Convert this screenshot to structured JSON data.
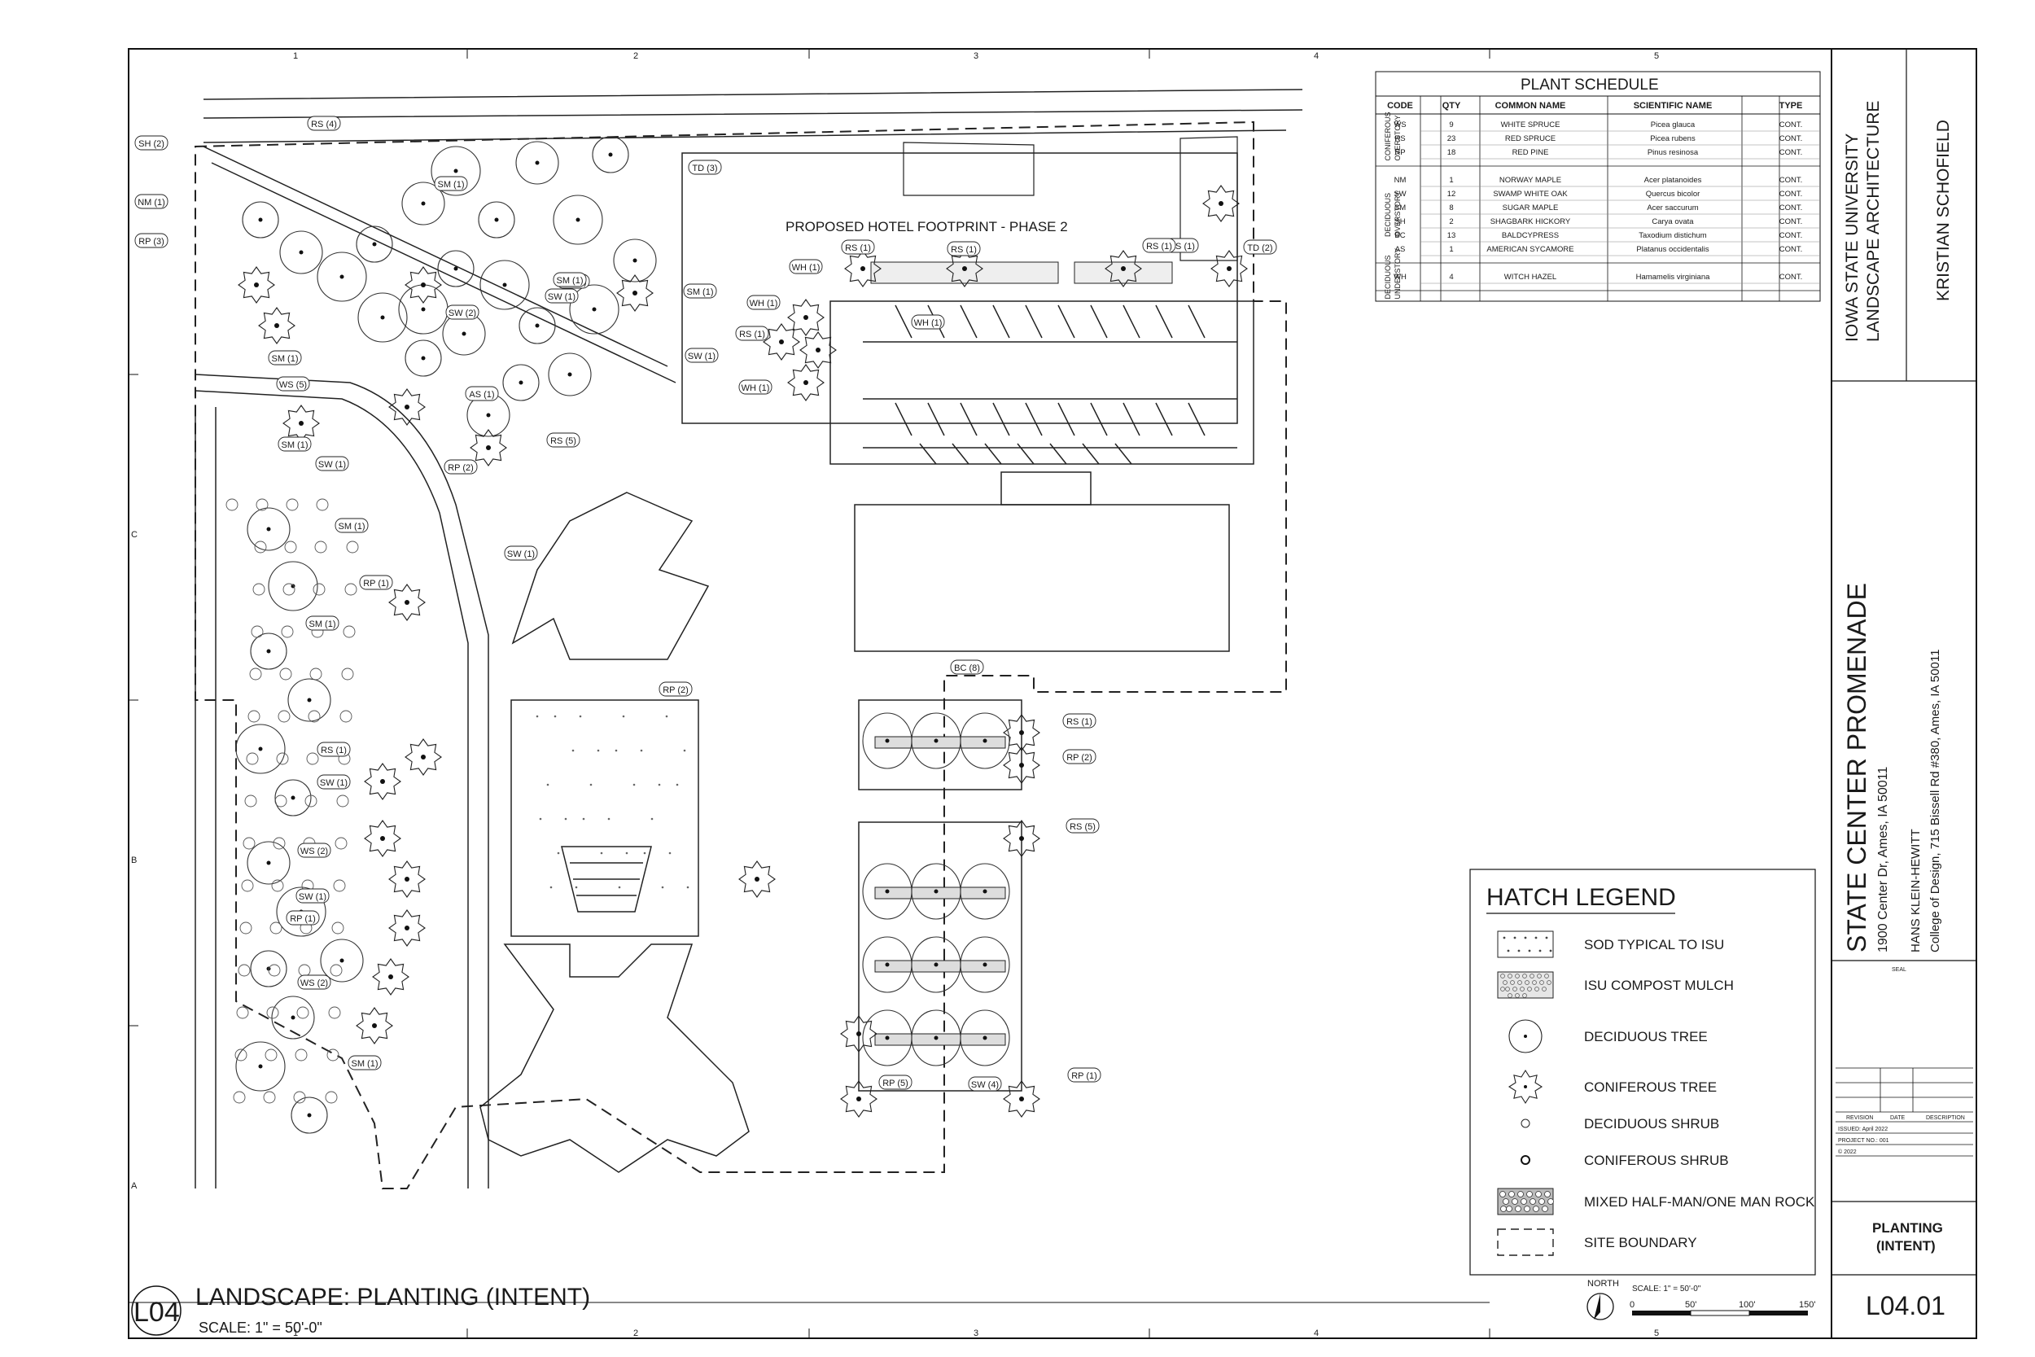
{
  "grid": {
    "cols": [
      "1",
      "2",
      "3",
      "4",
      "5"
    ],
    "rows": [
      "C",
      "B",
      "A"
    ]
  },
  "plan": {
    "hotel_label": "PROPOSED HOTEL FOOTPRINT - PHASE 2",
    "tags": [
      "RS (4)",
      "SH (2)",
      "NM (1)",
      "RP (3)",
      "SM (1)",
      "SM (1)",
      "SW (2)",
      "SW (1)",
      "SM (1)",
      "SM (1)",
      "AS (1)",
      "TD (3)",
      "SM (1)",
      "SW (1)",
      "WH (1)",
      "RS (1)",
      "RS (1)",
      "RS (1)",
      "RS (1)",
      "TD (2)",
      "WH (1)",
      "WH (1)",
      "RS (1)",
      "WH (1)",
      "WS (5)",
      "SM (1)",
      "SW (1)",
      "RP (2)",
      "RS (5)",
      "SM (1)",
      "SW (1)",
      "RP (1)",
      "SM (1)",
      "BC (8)",
      "RP (2)",
      "RS (1)",
      "RP (2)",
      "RS (1)",
      "SW (1)",
      "RS (5)",
      "WS (2)",
      "SW (1)",
      "RP (1)",
      "WS (2)",
      "SM (1)",
      "RP (5)",
      "SW (4)",
      "RP (1)"
    ]
  },
  "schedule": {
    "title": "PLANT SCHEDULE",
    "columns": [
      "CODE",
      "QTY",
      "COMMON NAME",
      "SCIENTIFIC NAME",
      "TYPE"
    ],
    "groups": [
      {
        "label_lines": [
          "CONIFEROUS",
          "OVERSTORY"
        ],
        "rows": [
          [
            "WS",
            "9",
            "WHITE SPRUCE",
            "Picea glauca",
            "CONT."
          ],
          [
            "RS",
            "23",
            "RED SPRUCE",
            "Picea rubens",
            "CONT."
          ],
          [
            "RP",
            "18",
            "RED PINE",
            "Pinus resinosa",
            "CONT."
          ]
        ]
      },
      {
        "label_lines": [
          "DECIDUOUS",
          "OVERSTORY"
        ],
        "rows": [
          [
            "NM",
            "1",
            "NORWAY MAPLE",
            "Acer platanoides",
            "CONT."
          ],
          [
            "SW",
            "12",
            "SWAMP WHITE OAK",
            "Quercus bicolor",
            "CONT."
          ],
          [
            "SM",
            "8",
            "SUGAR MAPLE",
            "Acer saccurum",
            "CONT."
          ],
          [
            "SH",
            "2",
            "SHAGBARK HICKORY",
            "Carya ovata",
            "CONT."
          ],
          [
            "BC",
            "13",
            "BALDCYPRESS",
            "Taxodium distichum",
            "CONT."
          ],
          [
            "AS",
            "1",
            "AMERICAN SYCAMORE",
            "Platanus occidentalis",
            "CONT."
          ]
        ]
      },
      {
        "label_lines": [
          "DECIDUOUS",
          "UNDERSTORY"
        ],
        "rows": [
          [
            "WH",
            "4",
            "WITCH HAZEL",
            "Hamamelis virginiana",
            "CONT."
          ]
        ]
      }
    ]
  },
  "legend": {
    "title": "HATCH LEGEND",
    "items": [
      "SOD TYPICAL TO ISU",
      "ISU COMPOST MULCH",
      "DECIDUOUS TREE",
      "CONIFEROUS TREE",
      "DECIDUOUS SHRUB",
      "CONIFEROUS SHRUB",
      "MIXED HALF-MAN/ONE MAN ROCK",
      "SITE BOUNDARY"
    ]
  },
  "title_block": {
    "school_line1": "IOWA STATE UNIVERSITY",
    "school_line2": "LANDSCAPE ARCHITECTURE",
    "designer": "KRISTIAN SCHOFIELD",
    "project": "STATE CENTER PROMENADE",
    "address": "1900 Center Dr, Ames, IA 50011",
    "client": "HANS KLEIN-HEWITT",
    "client_address": "College of Design, 715 Bissell Rd #380, Ames, IA 50011",
    "seal": "SEAL",
    "rev_cols": [
      "REVISION",
      "DATE",
      "DESCRIPTION"
    ],
    "issued": "ISSUED: April 2022",
    "project_no": "PROJECT NO.: 001",
    "copyright": "© 2022",
    "sheet_title_1": "PLANTING",
    "sheet_title_2": "(INTENT)",
    "sheet_number": "L04.01"
  },
  "drawing_title": {
    "badge": "L04",
    "title": "LANDSCAPE: PLANTING (INTENT)",
    "scale": "SCALE: 1\" = 50'-0\""
  },
  "north": {
    "label": "NORTH",
    "scale_text": "SCALE: 1\" = 50'-0\"",
    "ticks": [
      "0",
      "50'",
      "100'",
      "150'"
    ]
  }
}
